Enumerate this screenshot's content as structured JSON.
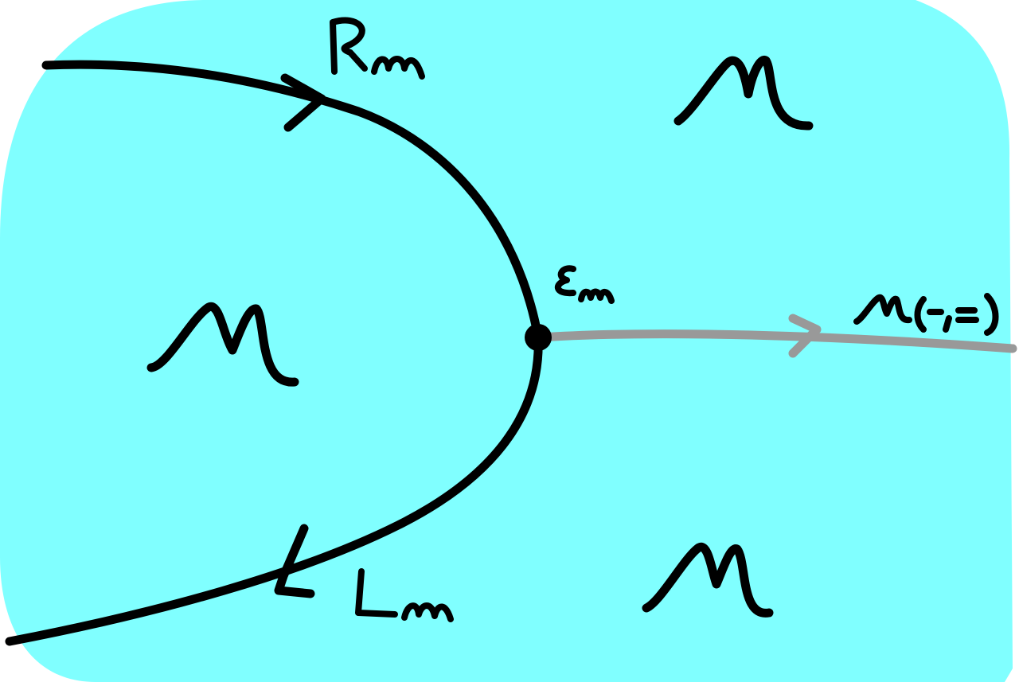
{
  "diagram": {
    "type": "string-diagram",
    "background_color": "#80FFFF",
    "ink_color": "#000000",
    "secondary_ink_color": "#999999",
    "regions": [
      {
        "id": "region-top-right",
        "label": "M"
      },
      {
        "id": "region-left",
        "label": "M"
      },
      {
        "id": "region-bottom-right",
        "label": "M"
      }
    ],
    "wires": [
      {
        "id": "wire-upper",
        "label": "R_m",
        "display": "Rm",
        "direction": "into-node",
        "color": "#000000"
      },
      {
        "id": "wire-lower",
        "label": "L_m",
        "display": "Lm",
        "direction": "out-of-node",
        "color": "#000000"
      },
      {
        "id": "wire-output",
        "label": "M(-,=)",
        "display": "M(-,=)",
        "direction": "right",
        "color": "#999999"
      }
    ],
    "node": {
      "id": "node-epsilon",
      "label": "ε_m",
      "display": "εm"
    },
    "text": {
      "R_m": "Rm",
      "L_m": "Lm",
      "epsilon_m": "εm",
      "hom_label": "M(-,=)",
      "region_top_right": "M",
      "region_left": "M",
      "region_bottom_right": "M"
    }
  }
}
